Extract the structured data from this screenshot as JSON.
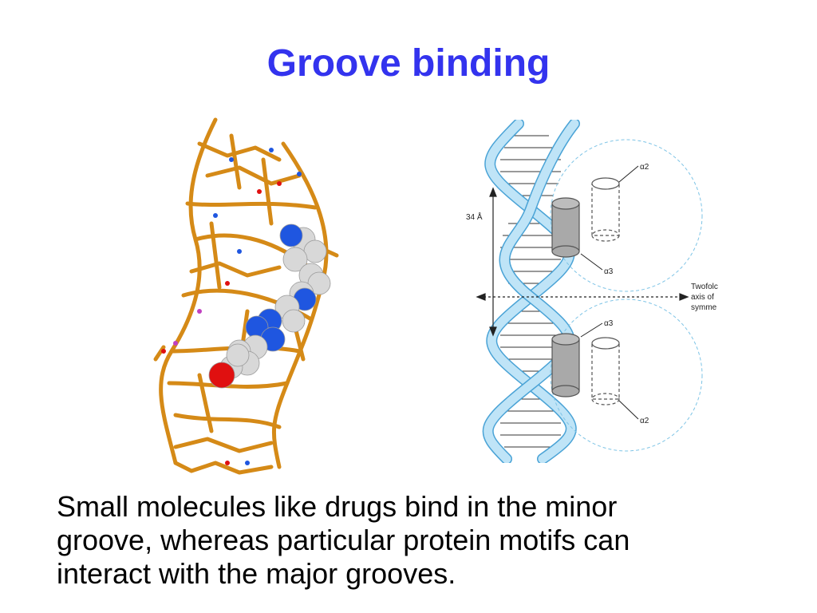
{
  "slide": {
    "title": "Groove binding",
    "body_lines": [
      "Small molecules like drugs bind in the minor",
      "groove, whereas particular protein motifs can",
      "interact with the major grooves."
    ]
  },
  "diagram": {
    "length_label": "34 Å",
    "helix_labels": [
      "α2",
      "α3",
      "α3",
      "α2"
    ],
    "axis_label_lines": [
      "Twofolc",
      "axis of",
      "symme"
    ]
  },
  "colors": {
    "title": "#3333ee",
    "dna_stick": "#d58a17",
    "drug_carbon": "#d8d8d8",
    "drug_nitrogen": "#1f56e0",
    "drug_oxygen": "#e01010",
    "helix_fill": "#bfe4f7",
    "helix_stroke": "#4aa3d6",
    "protein_fill": "#a9a9a9"
  }
}
